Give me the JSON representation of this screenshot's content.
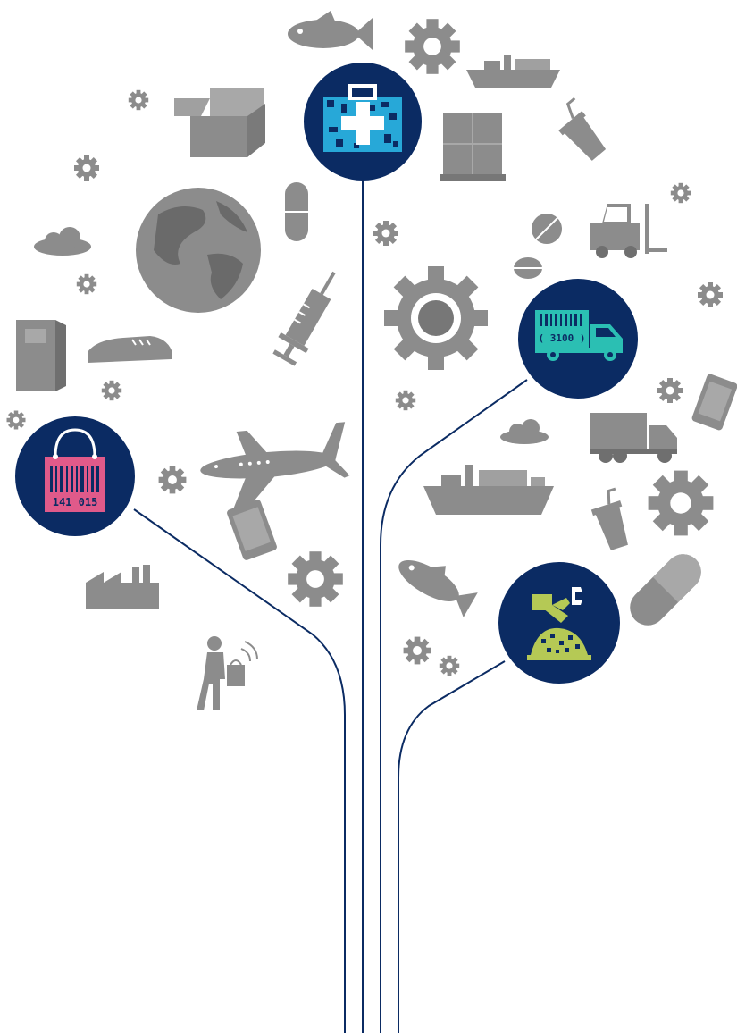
{
  "labels": {
    "bag_digits": "141 015",
    "truck_code": "( 3100 )"
  },
  "colors": {
    "navy": "#0b2b63",
    "grey": "#8c8c8c",
    "grey_dark": "#6f6f6f",
    "grey_light": "#a8a8a8",
    "pink": "#e05a8a",
    "teal": "#2bbfb3",
    "lime": "#b5c955",
    "cyan": "#27a8d8"
  },
  "icons": [
    "fish-icon",
    "gear-icon",
    "cargo-ship-icon",
    "box-icon",
    "globe-icon",
    "cloud-icon",
    "pallet-icon",
    "cup-icon",
    "pill-icon",
    "syringe-icon",
    "forklift-icon",
    "tablet-icon",
    "shoe-icon",
    "freezer-icon",
    "airplane-icon",
    "delivery-truck-icon",
    "factory-icon",
    "shopper-icon",
    "capsule-icon"
  ],
  "nodes": [
    "healthcare-node",
    "shopping-bag-node",
    "transport-truck-node",
    "robot-arm-node"
  ]
}
